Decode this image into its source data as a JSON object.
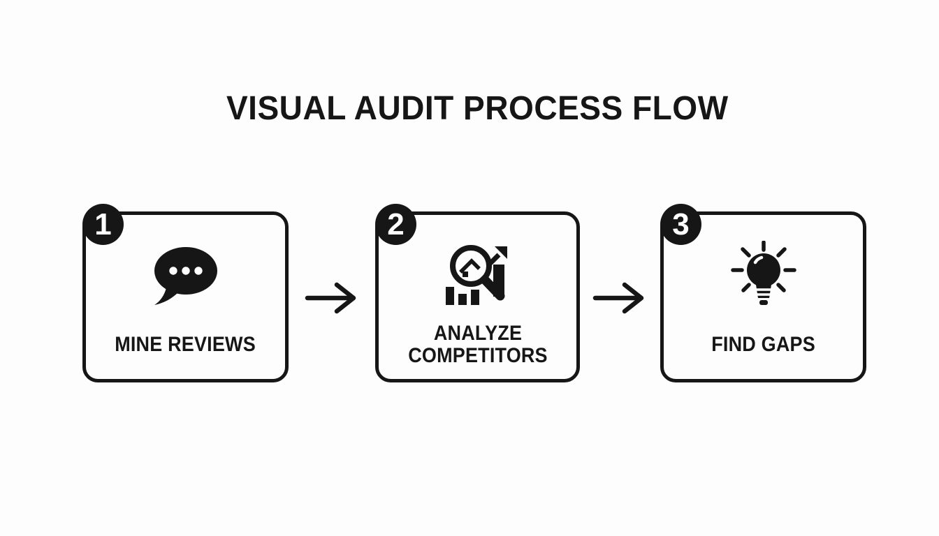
{
  "title": "VISUAL AUDIT PROCESS FLOW",
  "colors": {
    "ink": "#161616",
    "background": "#fdfdfd",
    "badge_fill": "#161616",
    "badge_text": "#ffffff"
  },
  "steps": [
    {
      "number": "1",
      "label": "MINE REVIEWS",
      "icon": "speech-bubble-icon"
    },
    {
      "number": "2",
      "label": "ANALYZE COMPETITORS",
      "icon": "magnifier-chart-icon"
    },
    {
      "number": "3",
      "label": "FIND GAPS",
      "icon": "lightbulb-icon"
    }
  ],
  "connectors": [
    {
      "type": "right-arrow"
    },
    {
      "type": "right-arrow"
    }
  ]
}
